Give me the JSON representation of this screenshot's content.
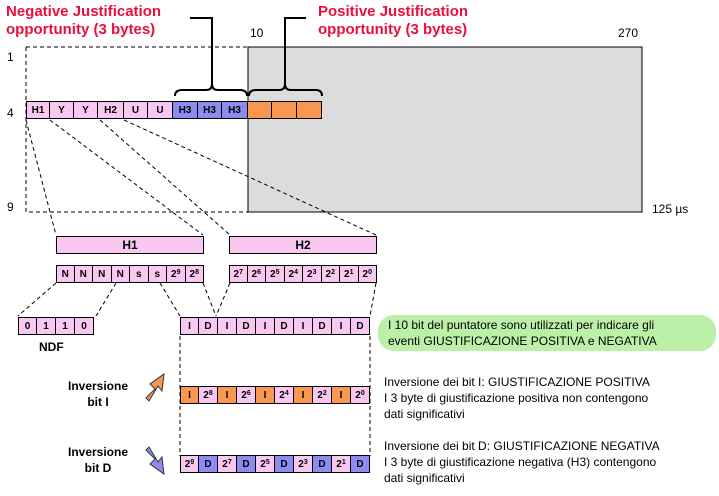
{
  "top": {
    "neg_title": [
      "Negative Justification",
      "opportunity (3 bytes)"
    ],
    "pos_title": [
      "Positive Justification",
      "opportunity (3 bytes)"
    ],
    "col_left": "10",
    "col_right": "270",
    "row_1": "1",
    "row_4": "4",
    "row_9": "9",
    "time": "125 µs",
    "frame_cells": [
      "H1",
      "Y",
      "Y",
      "H2",
      "U",
      "U",
      "H3",
      "H3",
      "H3"
    ]
  },
  "pointer": {
    "h1_label": "H1",
    "h2_label": "H2",
    "h1_bits": [
      "N",
      "N",
      "N",
      "N",
      "s",
      "s",
      "2^9",
      "2^8"
    ],
    "h2_bits": [
      "2^7",
      "2^6",
      "2^5",
      "2^4",
      "2^3",
      "2^2",
      "2^1",
      "2^0"
    ],
    "ndf_bits": [
      "0",
      "1",
      "1",
      "0"
    ],
    "ndf_label": "NDF",
    "id_bits": [
      "I",
      "D",
      "I",
      "D",
      "I",
      "D",
      "I",
      "D",
      "I",
      "D"
    ]
  },
  "note_green": [
    "I 10 bit del puntatore sono utilizzati per indicare gli",
    "eventi GIUSTIFICAZIONE POSITIVA e NEGATIVA"
  ],
  "inv_i": {
    "label": [
      "Inversione",
      "bit I"
    ],
    "bits": [
      "I",
      "2^8",
      "I",
      "2^6",
      "I",
      "2^4",
      "I",
      "2^2",
      "I",
      "2^0"
    ],
    "text": [
      "Inversione dei bit I: GIUSTIFICAZIONE POSITIVA",
      "I 3 byte di giustificazione positiva non contengono",
      "dati significativi"
    ]
  },
  "inv_d": {
    "label": [
      "Inversione",
      "bit D"
    ],
    "bits": [
      "2^9",
      "D",
      "2^7",
      "D",
      "2^5",
      "D",
      "2^3",
      "D",
      "2^1",
      "D"
    ],
    "text": [
      "Inversione dei bit D: GIUSTIFICAZIONE NEGATIVA",
      "I 3 byte di giustificazione negativa (H3) contengono",
      "dati significativi"
    ]
  },
  "colors": {
    "pink": "#f8c8f0",
    "blue": "#8c8cf0",
    "orange": "#f89850",
    "gray": "#dcdcdc",
    "green": "#bcf0a8",
    "title_red": "#e8103a"
  }
}
